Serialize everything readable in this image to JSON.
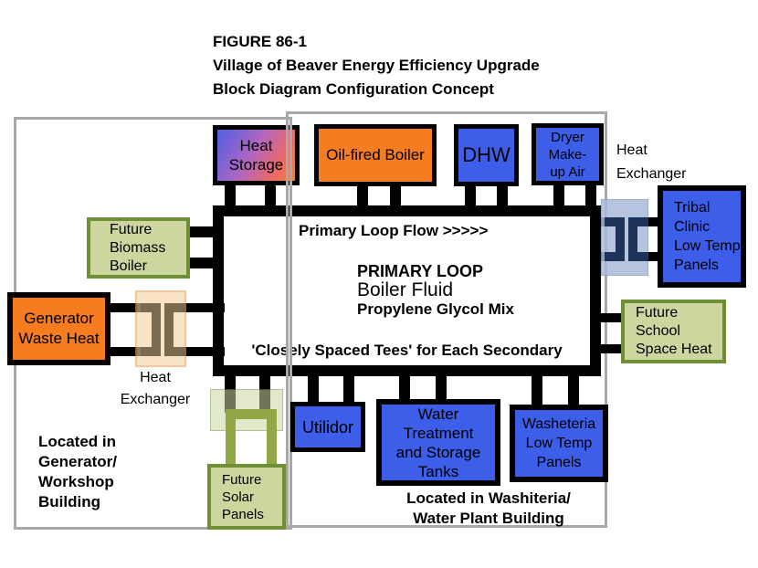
{
  "title": {
    "line1": "FIGURE 86-1",
    "line2": "Village of Beaver Energy Efficiency Upgrade",
    "line3": "Block Diagram Configuration Concept"
  },
  "loop": {
    "flow_label": "Primary Loop Flow >>>>>",
    "name": "PRIMARY LOOP",
    "fluid": "Boiler Fluid",
    "mix": "Propylene Glycol Mix",
    "tees_note": "'Closely Spaced Tees' for Each Secondary"
  },
  "nodes": {
    "heat_storage": {
      "label": "Heat\nStorage"
    },
    "oil_boiler": {
      "label": "Oil-fired Boiler"
    },
    "dhw": {
      "label": "DHW"
    },
    "dryer": {
      "label": "Dryer\nMake-\nup Air"
    },
    "tribal_clinic": {
      "label": "Tribal\nClinic\nLow Temp\nPanels"
    },
    "future_school": {
      "label": "Future\nSchool\nSpace Heat"
    },
    "future_biomass": {
      "label": "Future\nBiomass\nBoiler"
    },
    "generator": {
      "label": "Generator\nWaste Heat"
    },
    "utilidor": {
      "label": "Utilidor"
    },
    "water_treatment": {
      "label": "Water\nTreatment\nand Storage\nTanks"
    },
    "washeteria": {
      "label": "Washeteria\nLow Temp\nPanels"
    },
    "future_solar": {
      "label": "Future\nSolar\nPanels"
    }
  },
  "labels": {
    "heat_exchanger_left": "Heat\nExchanger",
    "heat_exchanger_right": "Heat\nExchanger",
    "located_left": "Located in\nGenerator/\nWorkshop\nBuilding",
    "located_right": "Located in Washiteria/\nWater Plant Building"
  },
  "colors": {
    "box_blue": "#3d5ee8",
    "box_orange": "#f57c1f",
    "green_fill": "#ccd69f",
    "green_border": "#6f8f36",
    "solar_green": "#92a844",
    "pipe_black": "#000000",
    "outline_gray": "#a8a8a8",
    "exch_peach_fill": "#f8d1a0",
    "exch_peach_border": "#e9a263",
    "exch_brown": "#7a6a50",
    "exch_blue_fill": "#aabbd8",
    "exch_blue_border": "#8aa0c4",
    "exch_navy": "#1d3359",
    "storage_grad_1": "#4f5fe6",
    "storage_grad_2": "#b066c0",
    "storage_grad_3": "#ee6a62",
    "storage_grad_4": "#f0813e"
  }
}
